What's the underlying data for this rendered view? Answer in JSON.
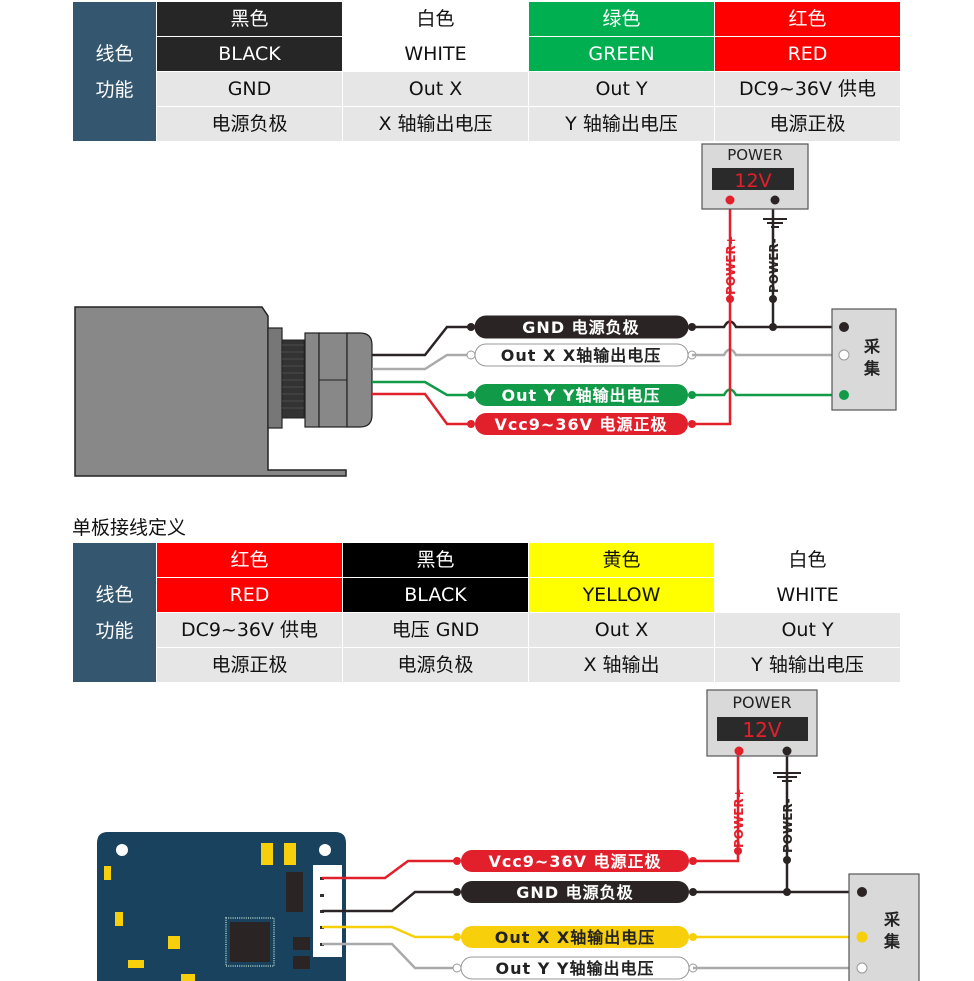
{
  "table1": {
    "header_label_line1": "线色",
    "header_label_line2": "功能",
    "columns": [
      {
        "cn": "黑色",
        "en": "BLACK",
        "bg": "#262626",
        "fg": "#ffffff",
        "func1": "GND",
        "func2": "电源负极"
      },
      {
        "cn": "白色",
        "en": "WHITE",
        "bg": "#ffffff",
        "fg": "#111111",
        "func1": "Out X",
        "func2": "X 轴输出电压"
      },
      {
        "cn": "绿色",
        "en": "GREEN",
        "bg": "#00b050",
        "fg": "#ffffff",
        "func1": "Out Y",
        "func2": "Y 轴输出电压"
      },
      {
        "cn": "红色",
        "en": "RED",
        "bg": "#ff0000",
        "fg": "#ffffff",
        "func1": "DC9~36V 供电",
        "func2": "电源正极"
      }
    ]
  },
  "diagram1": {
    "power_title": "POWER",
    "power_value": "12V",
    "power_plus": "POWER+",
    "power_minus": "POWER-",
    "collector_label": "采集",
    "wires": [
      {
        "label": "GND  电源负极",
        "color": "#2b2424",
        "text": "#ffffff"
      },
      {
        "label": "Out X   X轴输出电压",
        "color": "#ffffff",
        "text": "#222222"
      },
      {
        "label": "Out Y   Y轴输出电压",
        "color": "#119a48",
        "text": "#ffffff"
      },
      {
        "label": "Vcc9~36V 电源正极",
        "color": "#e2202c",
        "text": "#ffffff"
      }
    ]
  },
  "section_title": "单板接线定义",
  "table2": {
    "header_label_line1": "线色",
    "header_label_line2": "功能",
    "columns": [
      {
        "cn": "红色",
        "en": "RED",
        "bg": "#ff0000",
        "fg": "#ffffff",
        "func1": "DC9~36V 供电",
        "func2": "电源正极"
      },
      {
        "cn": "黑色",
        "en": "BLACK",
        "bg": "#000000",
        "fg": "#ffffff",
        "func1": "电压 GND",
        "func2": "电源负极"
      },
      {
        "cn": "黄色",
        "en": "YELLOW",
        "bg": "#ffff00",
        "fg": "#111111",
        "func1": "Out X",
        "func2": "X 轴输出"
      },
      {
        "cn": "白色",
        "en": "WHITE",
        "bg": "#ffffff",
        "fg": "#111111",
        "func1": "Out Y",
        "func2": "Y 轴输出电压"
      }
    ]
  },
  "diagram2": {
    "power_title": "POWER",
    "power_value": "12V",
    "power_plus": "POWER+",
    "power_minus": "POWER-",
    "collector_label": "采集",
    "wires": [
      {
        "label": "Vcc9~36V 电源正极",
        "color": "#e2202c",
        "text": "#ffffff"
      },
      {
        "label": "GND 电源负极",
        "color": "#2b2424",
        "text": "#ffffff"
      },
      {
        "label": "Out X   X轴输出电压",
        "color": "#f7cf0a",
        "text": "#222222"
      },
      {
        "label": "Out Y   Y轴输出电压",
        "color": "#ffffff",
        "text": "#222222"
      }
    ]
  }
}
